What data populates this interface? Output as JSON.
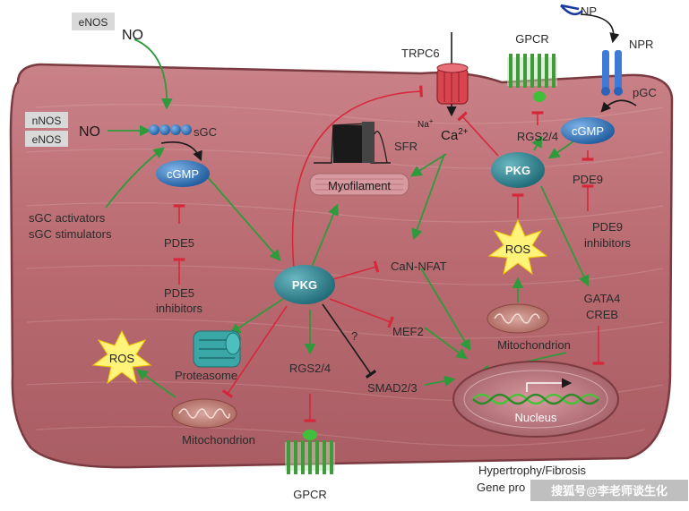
{
  "colors": {
    "cell": "#b96d72",
    "cell_edge": "#7a3a40",
    "activate_arrow": "#2f9a3c",
    "inhibit_arrow": "#d6283a",
    "enzyme": "#2b6fb5",
    "pkg": "#2e8a97",
    "receptor": "#3f9a3a"
  },
  "labels": {
    "enos_top": "eNOS",
    "no_top": "NO",
    "nnos": "nNOS",
    "enos_mid": "eNOS",
    "no_mid": "NO",
    "sgc": "sGC",
    "cgmp_left": "cGMP",
    "sgc_activators": "sGC activators",
    "sgc_stimulators": "sGC stimulators",
    "pde5": "PDE5",
    "pde5_inhibitors_1": "PDE5",
    "pde5_inhibitors_2": "inhibitors",
    "trpc6": "TRPC6",
    "na": "Na",
    "na_sup": "+",
    "ca": "Ca",
    "ca_sup": "2+",
    "sfr": "SFR",
    "myofilament": "Myofilament",
    "gpcr_top": "GPCR",
    "rgs_top": "RGS2/4",
    "np": "NP",
    "npr": "NPR",
    "pgc": "pGC",
    "cgmp_right": "cGMP",
    "pkg_right": "PKG",
    "pde9": "PDE9",
    "pde9_inhibitors_1": "PDE9",
    "pde9_inhibitors_2": "inhibitors",
    "ros_right": "ROS",
    "mito_right": "Mitochondrion",
    "gata4": "GATA4",
    "creb": "CREB",
    "pkg_center": "PKG",
    "can_nfat": "CaN-NFAT",
    "mef2": "MEF2",
    "question": "?",
    "smad": "SMAD2/3",
    "rgs_bottom": "RGS2/4",
    "gpcr_bottom": "GPCR",
    "proteasome": "Proteasome",
    "ros_left": "ROS",
    "mito_left": "Mitochondrion",
    "nucleus": "Nucleus",
    "hypertrophy": "Hypertrophy/Fibrosis",
    "gene_prog": "Gene pro",
    "watermark": "搜狐号@李老师谈生化"
  },
  "icons": [
    "star-burst-icon",
    "mitochondrion-icon",
    "receptor-icon",
    "ion-channel-icon",
    "proteasome-icon",
    "nucleus-icon"
  ]
}
